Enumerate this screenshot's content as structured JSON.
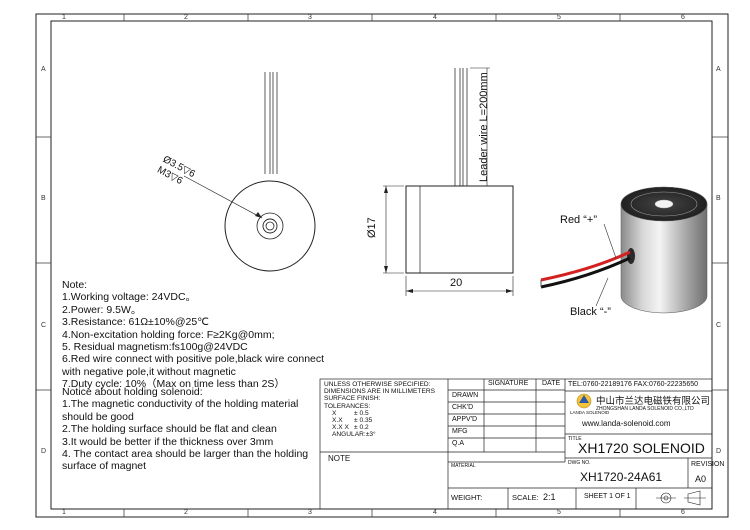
{
  "frame": {
    "col_labels": [
      "1",
      "2",
      "3",
      "4",
      "5",
      "6"
    ],
    "row_labels": [
      "A",
      "B",
      "C",
      "D"
    ]
  },
  "drawing": {
    "front_callout_1": "Ø3.5▽6",
    "front_callout_2": "M3▽6",
    "side_leader_label": "Leader wire L=200mm",
    "side_dim_diameter": "Ø17",
    "side_dim_length": "20",
    "iso_red_label": "Red “+”",
    "iso_black_label": "Black “-”"
  },
  "notes": {
    "heading": "Note:",
    "lines": [
      "1.Working voltage: 24VDC。",
      "2.Power: 9.5W。",
      "3.Resistance: 61Ω±10%@25℃",
      "4.Non-excitation holding force: F≥2Kg@0mm;",
      "5. Residual magnetism:fs100g@24VDC",
      "6.Red wire connect with positive pole,black wire connect",
      "with negative pole,it without magnetic",
      "7.Duty cycle: 10%（Max on time less than 2S）"
    ]
  },
  "holding_notes": {
    "heading": "Notice about holding solenoid:",
    "lines": [
      "1.The magnetic conductivity of the holding material",
      "should be good",
      "2.The holding surface should be flat and clean",
      "3.It would be better if the thickness over 3mm",
      "4. The contact area should be larger than the holding",
      "surface of magnet"
    ]
  },
  "title_block": {
    "spec_lines": [
      "UNLESS OTHERWISE SPECIFIED:",
      "DIMENSIONS ARE IN MILLIMETERS",
      "SURFACE FINISH:",
      "TOLERANCES:"
    ],
    "tolerances": [
      {
        "label": "X",
        "value": "± 0.5"
      },
      {
        "label": "X.X",
        "value": "± 0.35"
      },
      {
        "label": "X.X X",
        "value": "± 0.2"
      }
    ],
    "angular": "ANGULAR:±3°",
    "note_label": "NOTE",
    "headers": {
      "signature": "SIGNATURE",
      "date": "DATE"
    },
    "rows": [
      "DRAWN",
      "CHK'D",
      "APPV'D",
      "MFG",
      "Q.A"
    ],
    "tel": "TEL:0760-22189176  FAX:0760-22235650",
    "company_cn": "中山市兰达电磁铁有限公司",
    "company_en": "ZHONGSHAN LANDA SOLENOID CO.,LTD",
    "website": "www.landa-solenoid.com",
    "logo_text": "LANDA SOLENOID",
    "title_label": "TITLE",
    "title": "XH1720 SOLENOID",
    "material_label": "MATERIAL",
    "dwg_label": "DWG NO.",
    "dwg_no": "XH1720-24A61",
    "revision_label": "REVISION",
    "revision": "A0",
    "weight_label": "WEIGHT:",
    "scale_label": "SCALE:",
    "scale": "2:1",
    "sheet": "SHEET 1 OF 1"
  }
}
